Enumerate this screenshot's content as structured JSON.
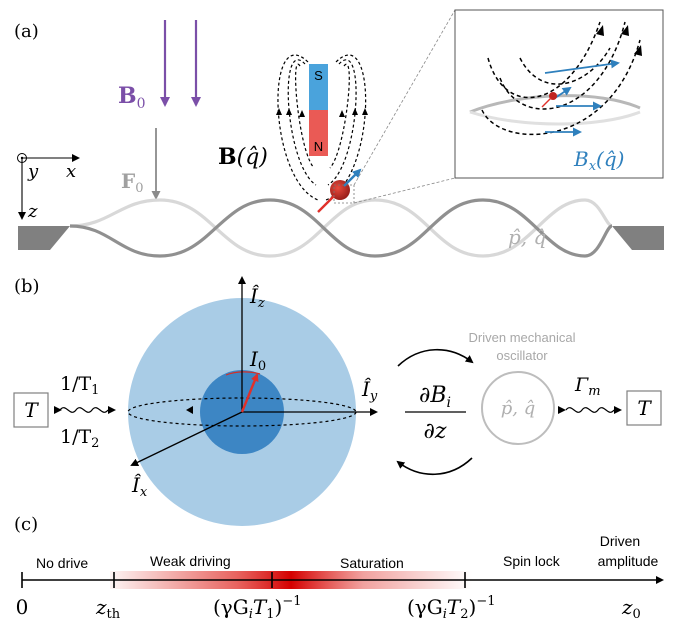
{
  "panels": {
    "a": {
      "label": "(a)",
      "b0_label": "B",
      "b0_sub": "0",
      "f0_label": "F",
      "f0_sub": "0",
      "bq_label": "B",
      "bq_arg": "(q̂)",
      "axis_x": "x",
      "axis_y": "y",
      "axis_z": "z",
      "magnet_top": "S",
      "magnet_bottom": "N",
      "pq_label": "p̂, q̂",
      "inset_label": "B",
      "inset_sub": "x",
      "inset_arg": "(q̂)"
    },
    "b": {
      "label": "(b)",
      "iz": "Î",
      "iz_sub": "z",
      "iy": "Î",
      "iy_sub": "y",
      "ix": "Î",
      "ix_sub": "x",
      "i0": "I",
      "i0_sub": "0",
      "rate1": "1/T",
      "rate1_sub": "1",
      "rate2": "1/T",
      "rate2_sub": "2",
      "bath_left": "T",
      "bath_right": "T",
      "gradient_num": "∂B",
      "gradient_num_sub": "i",
      "gradient_den": "∂z",
      "oscillator_line1": "Driven mechanical",
      "oscillator_line2": "oscillator",
      "oscillator_pq": "p̂, q̂",
      "gamma": "Γ",
      "gamma_sub": "m"
    },
    "c": {
      "label": "(c)",
      "regions": [
        "No drive",
        "Weak driving",
        "Saturation",
        "Spin lock"
      ],
      "axis_end_line1": "Driven",
      "axis_end_line2": "amplitude",
      "ticks": {
        "zero": "0",
        "zth": "z",
        "zth_sub": "th",
        "t1": "(γG",
        "t1_sub": "i",
        "t1_rest": "T",
        "t1_rest_sub": "1",
        "t1_close": ")",
        "t1_exp": "−1",
        "t2": "(γG",
        "t2_sub": "i",
        "t2_rest": "T",
        "t2_rest_sub": "2",
        "t2_close": ")",
        "t2_exp": "−1",
        "z0": "z",
        "z0_sub": "0"
      }
    }
  },
  "colors": {
    "purple": "#7b4fa8",
    "blue": "#2f80bd",
    "red": "#e0302a",
    "light_sphere": "#a9cce6",
    "dark_sphere": "#3d86c4",
    "gray": "#9a9a9a",
    "light_gray": "#cfcfcf"
  }
}
